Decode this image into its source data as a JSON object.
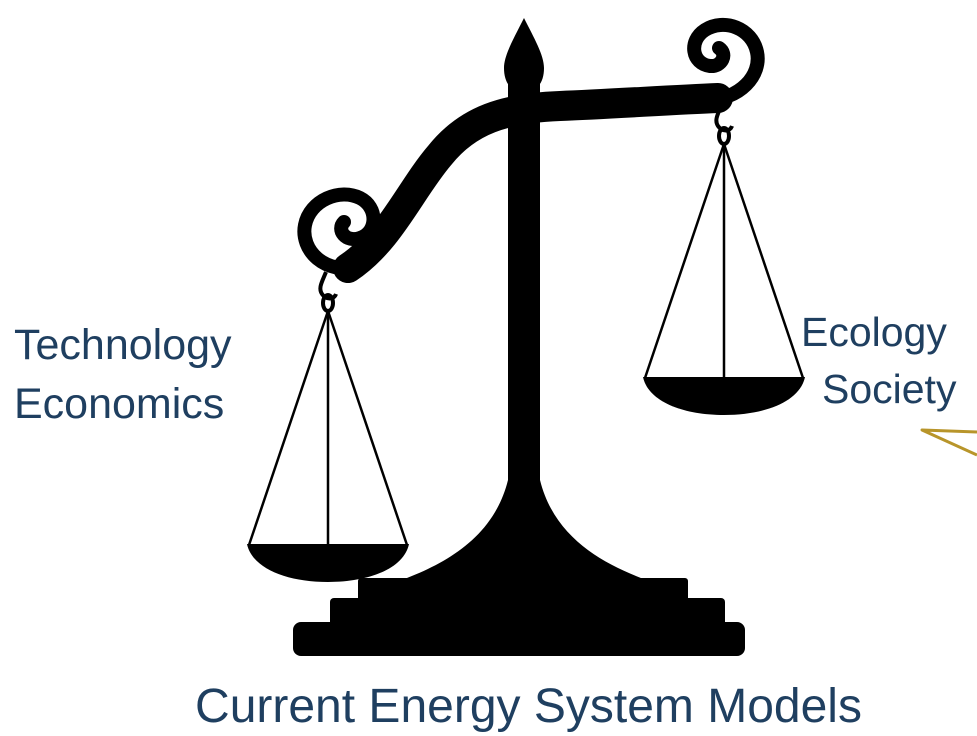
{
  "labels": {
    "left_line1": "Technology",
    "left_line2": "Economics",
    "right_line1": "Ecology",
    "right_line2": "Society",
    "caption": "Current Energy System Models"
  },
  "colors": {
    "silhouette": "#000000",
    "text": "#1f3f60",
    "annotation_arrow": "#b8952a",
    "background": "#ffffff"
  }
}
